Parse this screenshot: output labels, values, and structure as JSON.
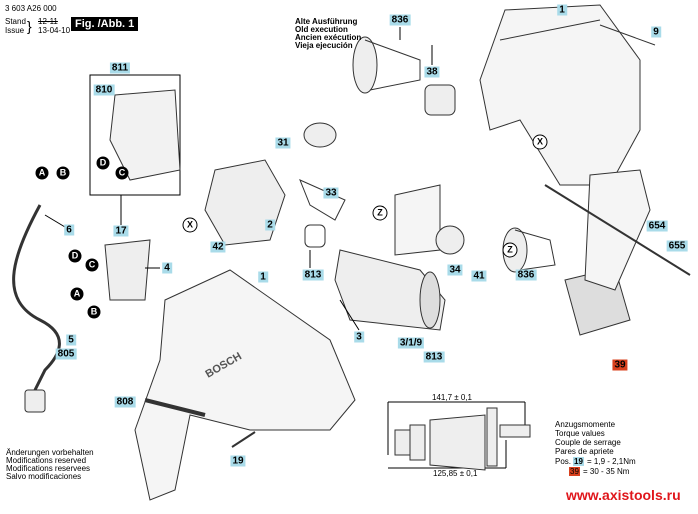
{
  "header": {
    "part_number": "3 603 A26 000",
    "stand_label": "Stand",
    "issue_label": "Issue",
    "stand_value": "12-11",
    "issue_value": "13-04-10",
    "figure": "Fig. /Abb. 1"
  },
  "old_execution": [
    "Alte Ausführung",
    "Old execution",
    "Ancien exécution",
    "Vieja ejecución"
  ],
  "modifications": [
    "Änderungen vorbehalten",
    "Modifications reserved",
    "Modifications reservees",
    "Salvo modificaciones"
  ],
  "dimensions": {
    "overall": "141,7 ± 0,1",
    "inner": "125,85 ± 0,1"
  },
  "torque": {
    "lines": [
      "Anzugsmomente",
      "Torque values",
      "Couple de serrage",
      "Pares de apriete"
    ],
    "pos_label": "Pos.",
    "rows": [
      {
        "pos": "19",
        "value": "=  1,9  -  2,1Nm"
      },
      {
        "pos": "39",
        "value": "=   30  -  35 Nm"
      }
    ]
  },
  "website": "www.axistools.ru",
  "colors": {
    "label_bg": "#a9dbe9",
    "highlight": "#d9411e",
    "website": "#e0161b"
  },
  "part_labels": [
    "836",
    "38",
    "1",
    "9",
    "811",
    "810",
    "31",
    "33",
    "654",
    "655",
    "2",
    "42",
    "17",
    "6",
    "4",
    "5",
    "805",
    "813",
    "3",
    "3/1/9",
    "813",
    "836",
    "34",
    "41",
    "39",
    "1",
    "808",
    "19"
  ],
  "circle_labels": [
    "A",
    "B",
    "D",
    "C",
    "D",
    "C",
    "A",
    "B"
  ],
  "marker_labels": [
    "X",
    "X",
    "Z",
    "Z"
  ]
}
